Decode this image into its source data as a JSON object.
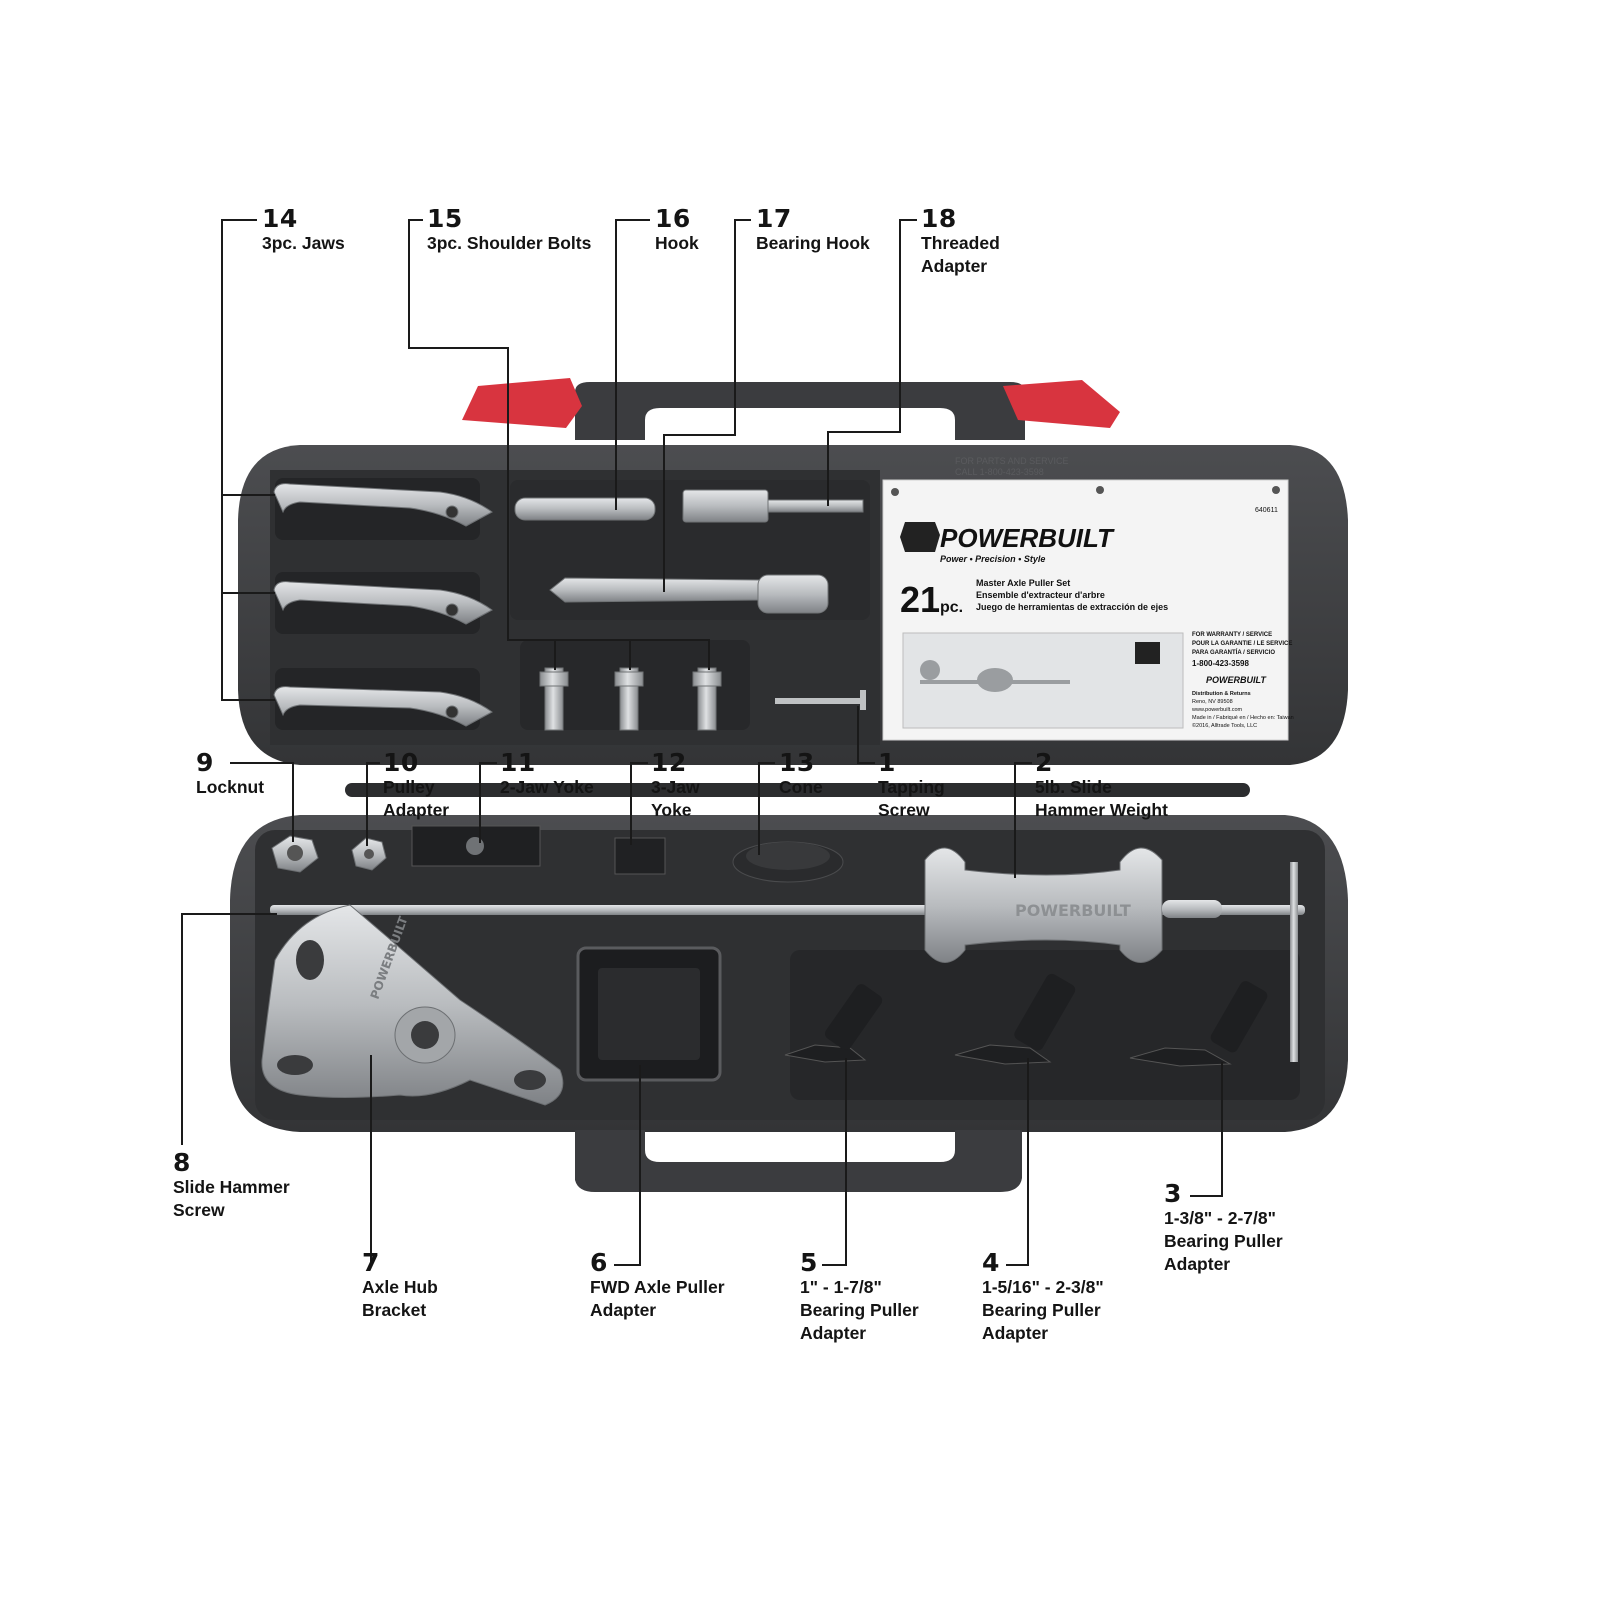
{
  "colors": {
    "case_dark": "#3a3b3d",
    "case_mid": "#4a4b4e",
    "tray": "#2a2b2d",
    "latch_red": "#d8343f",
    "steel": "#c9cbcd",
    "steel_dark": "#8e9194",
    "label_card": "#f4f4f4",
    "leader_line": "#1a1a1a"
  },
  "callouts": [
    {
      "id": "14",
      "num": "14",
      "lines": [
        "3pc. Jaws"
      ]
    },
    {
      "id": "15",
      "num": "15",
      "lines": [
        "3pc. Shoulder Bolts"
      ]
    },
    {
      "id": "16",
      "num": "16",
      "lines": [
        "Hook"
      ]
    },
    {
      "id": "17",
      "num": "17",
      "lines": [
        "Bearing Hook"
      ]
    },
    {
      "id": "18",
      "num": "18",
      "lines": [
        "Threaded",
        "Adapter"
      ]
    },
    {
      "id": "9",
      "num": "9",
      "lines": [
        "Locknut"
      ]
    },
    {
      "id": "10",
      "num": "10",
      "lines": [
        "Pulley",
        "Adapter"
      ]
    },
    {
      "id": "11",
      "num": "11",
      "lines": [
        "2-Jaw Yoke"
      ]
    },
    {
      "id": "12",
      "num": "12",
      "lines": [
        "3-Jaw",
        "Yoke"
      ]
    },
    {
      "id": "13",
      "num": "13",
      "lines": [
        "Cone"
      ]
    },
    {
      "id": "1",
      "num": "1",
      "lines": [
        "Tapping",
        "Screw"
      ]
    },
    {
      "id": "2",
      "num": "2",
      "lines": [
        "5lb. Slide",
        "Hammer Weight"
      ]
    },
    {
      "id": "8",
      "num": "8",
      "lines": [
        "Slide Hammer",
        "Screw"
      ]
    },
    {
      "id": "7",
      "num": "7",
      "lines": [
        "Axle Hub",
        "Bracket"
      ]
    },
    {
      "id": "6",
      "num": "6",
      "lines": [
        "FWD Axle Puller",
        "Adapter"
      ]
    },
    {
      "id": "5",
      "num": "5",
      "lines": [
        "1\" - 1-7/8\"",
        "Bearing Puller",
        "Adapter"
      ]
    },
    {
      "id": "4",
      "num": "4",
      "lines": [
        "1-5/16\" - 2-3/8\"",
        "Bearing Puller",
        "Adapter"
      ]
    },
    {
      "id": "3",
      "num": "3",
      "lines": [
        "1-3/8\" - 2-7/8\"",
        "Bearing Puller",
        "Adapter"
      ]
    }
  ],
  "label_card": {
    "brand": "POWERBUILT",
    "tagline": "Power • Precision • Style",
    "part_number": "640611",
    "count": "21",
    "count_unit": "pc.",
    "title_en": "Master Axle Puller Set",
    "title_fr": "Ensemble d'extracteur d'arbre",
    "title_es": "Juego de herramientas de extracción de ejes",
    "warranty_lines": [
      "FOR WARRANTY / SERVICE",
      "POUR LA GARANTIE / LE SERVICE",
      "PARA GARANTÍA / SERVICIO"
    ],
    "phone": "1-800-423-3598",
    "distribution_lines": [
      "Distribution & Returns",
      "Reno, NV 89508",
      "www.powerbuilt.com",
      "Made in / Fabriqué en / Hecho en: Taiwan",
      "©2016, Alltrade Tools, LLC"
    ]
  },
  "case_text": {
    "parts_service": "FOR PARTS AND SERVICE",
    "parts_phone": "CALL 1-800-423-3598",
    "hammer_brand": "POWERBUILT",
    "bracket_brand": "POWERBUILT"
  }
}
